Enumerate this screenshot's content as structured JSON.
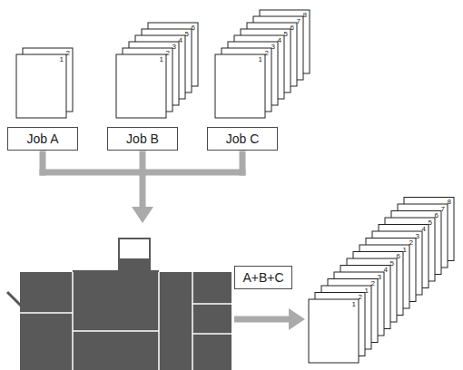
{
  "diagram": {
    "nodes": [
      {
        "text": [
          "Job A"
        ]
      },
      {
        "text": [
          "Job B"
        ]
      },
      {
        "text": [
          "Job C"
        ]
      },
      {
        "text": [
          "A+B+C"
        ]
      }
    ],
    "labels": [
      "1",
      "2",
      "1",
      "2",
      "3",
      "4",
      "5",
      "6",
      "1",
      "2",
      "3",
      "4",
      "5",
      "6",
      "7",
      "8",
      "1",
      "2",
      "1",
      "2",
      "3",
      "4",
      "5",
      "6",
      "1",
      "2",
      "3",
      "4",
      "5",
      "6",
      "7",
      "8"
    ]
  }
}
